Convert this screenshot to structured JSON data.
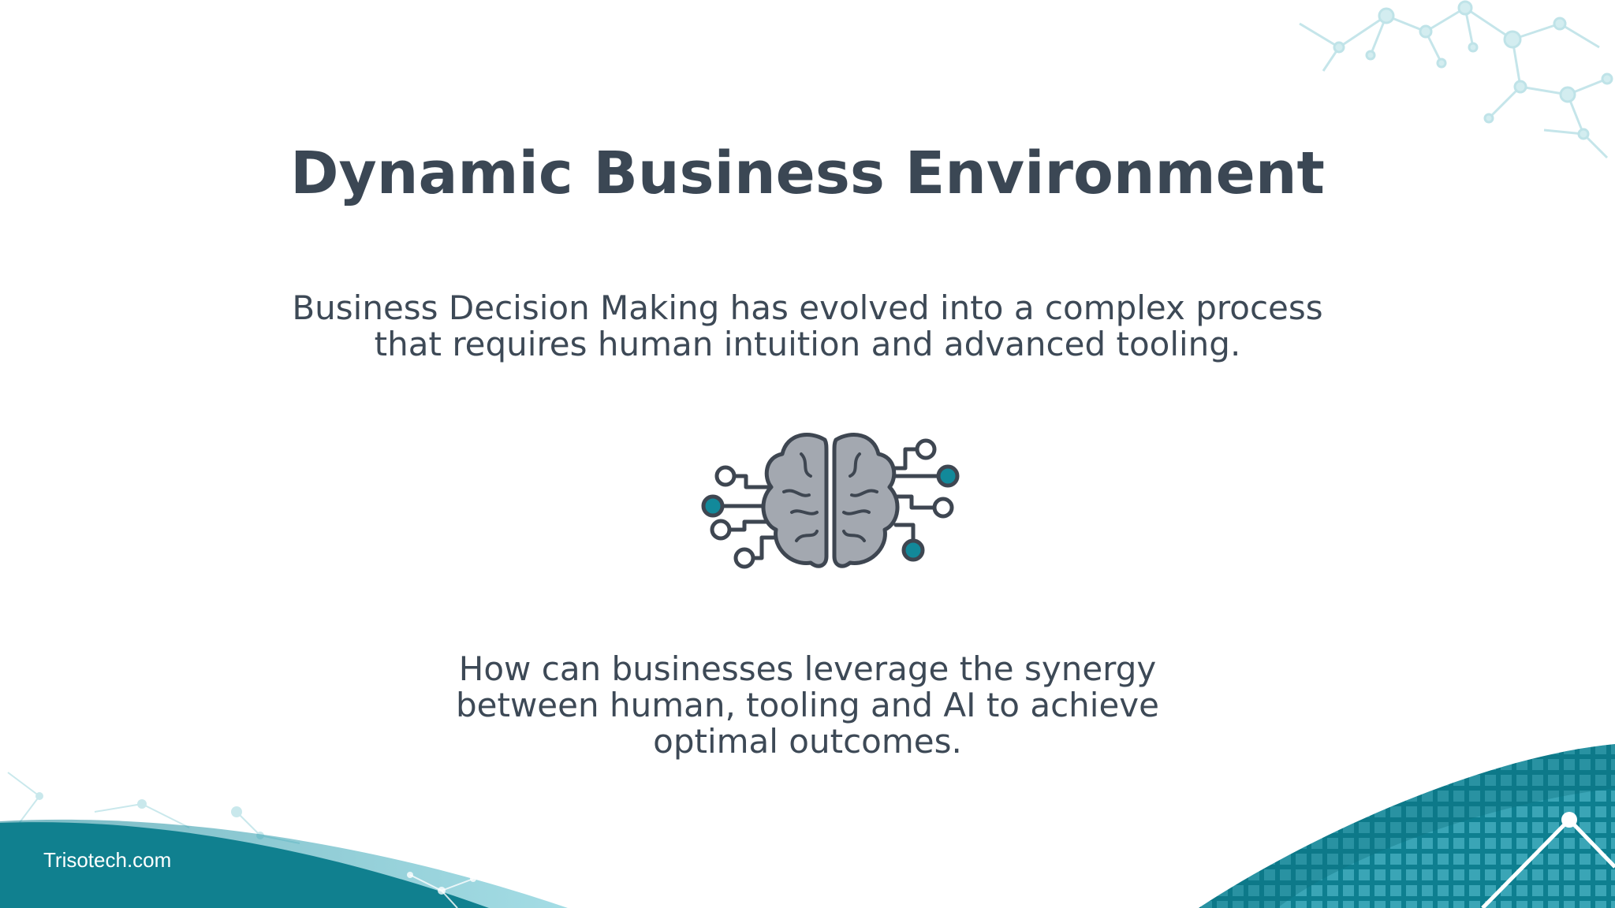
{
  "slide": {
    "title": "Dynamic Business Environment",
    "subtitle_lines": [
      "Business Decision Making has evolved into a complex process",
      "that requires human intuition and advanced tooling."
    ],
    "question_lines": [
      "How can businesses leverage the synergy",
      "between human, tooling and AI to achieve",
      "optimal outcomes."
    ],
    "illustration": "brain-circuit-icon",
    "footer": "Trisotech.com"
  },
  "colors": {
    "text": "#3b4754",
    "accent_teal": "#12899a",
    "brain_gray": "#a3a8b0",
    "outline": "#3e4651"
  }
}
